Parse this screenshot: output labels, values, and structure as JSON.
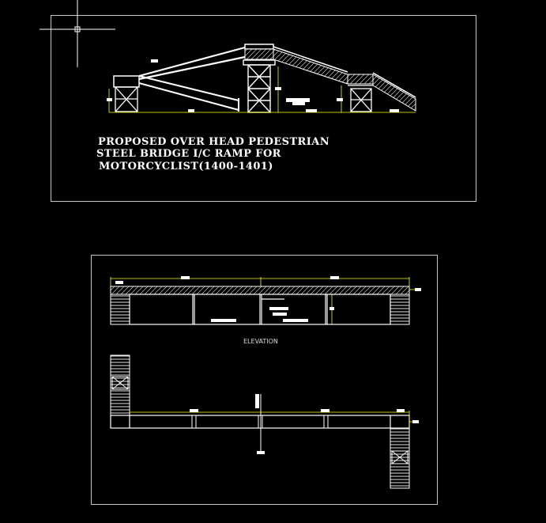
{
  "drawing": {
    "title_lines": [
      "PROPOSED OVER HEAD PEDESTRIAN",
      "STEEL BRIDGE I/C RAMP FOR",
      "MOTORCYCLIST(1400-1401)"
    ],
    "elevation_label": "ELEVATION"
  },
  "colors": {
    "background": "#000000",
    "lines": "#ffffff",
    "dimension": "#ffff00",
    "frame": "#c8c8c8"
  },
  "icons": [
    "crosshair-cursor-icon"
  ]
}
